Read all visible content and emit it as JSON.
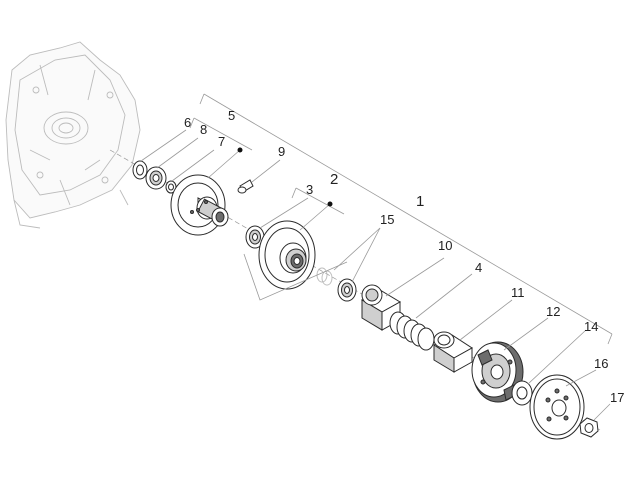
{
  "callouts": {
    "c1": "1",
    "c2": "2",
    "c3": "3",
    "c4": "4",
    "c5": "5",
    "c6": "6",
    "c7": "7",
    "c8": "8",
    "c9": "9",
    "c10": "10",
    "c11": "11",
    "c12": "12",
    "c14": "14",
    "c15": "15",
    "c16": "16",
    "c17": "17"
  },
  "colors": {
    "line": "#2b2b2b",
    "leader": "#9a9a9a",
    "ghost": "#bcbcbc"
  }
}
